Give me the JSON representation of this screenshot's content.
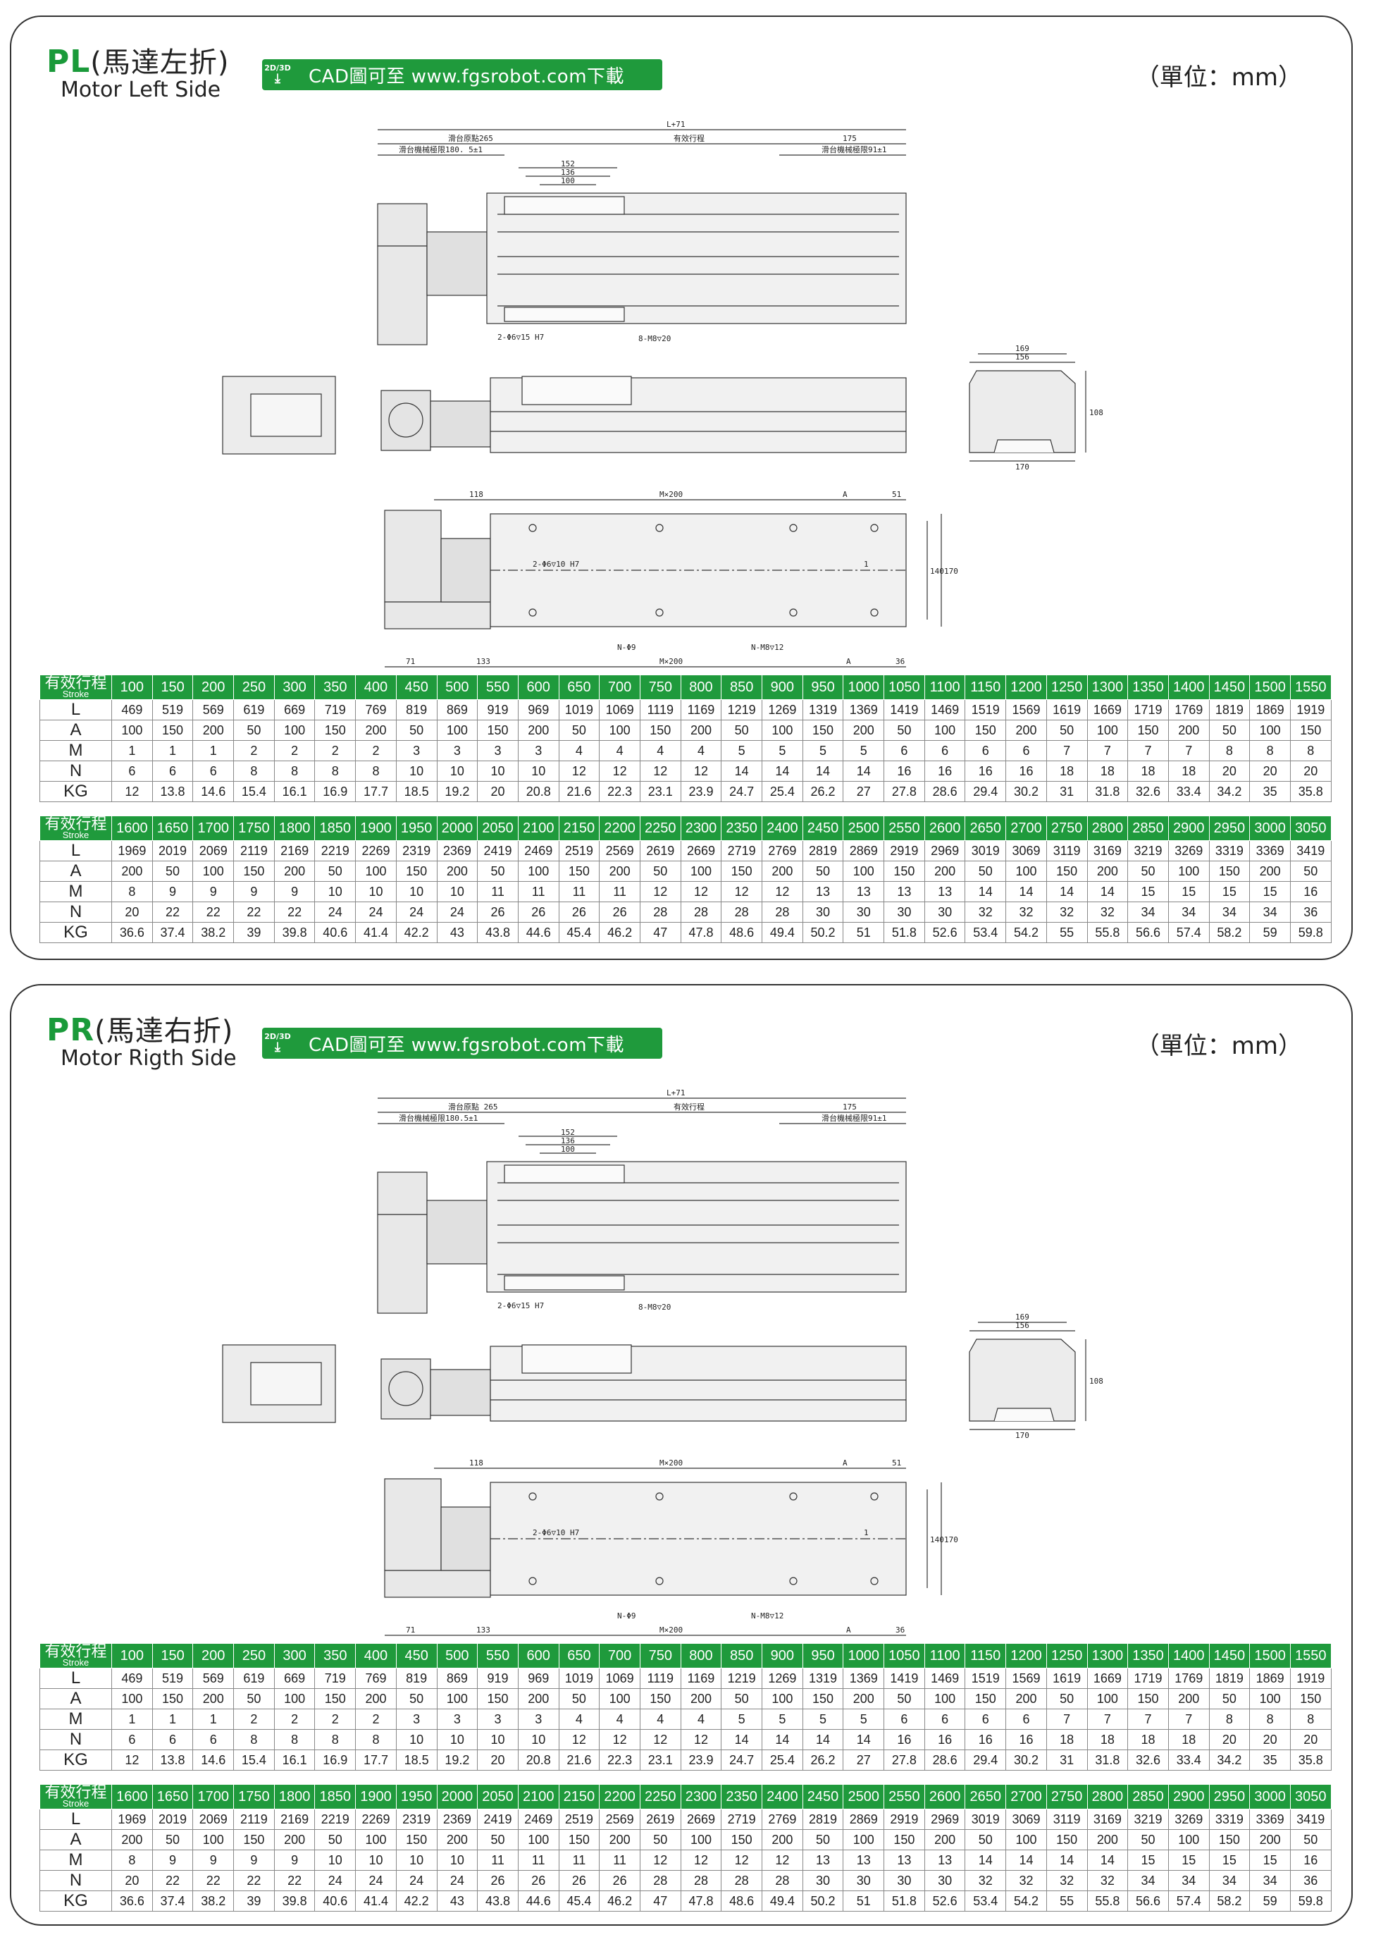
{
  "sections": [
    {
      "code": "PL",
      "title_cn": "(馬達左折)",
      "subtitle": "Motor Left Side",
      "cad_badge": "2D/3D",
      "cad_text": "CAD圖可至 www.fgsrobot.com下載",
      "unit": "（單位：mm）",
      "drawing": {
        "top_total": "L+71",
        "origin": "滑台原點265",
        "stroke": "有效行程",
        "right": "175",
        "mech_left": "滑台機械極限180. 5±1",
        "mech_right": "滑台機械極限91±1",
        "d152": "152",
        "d136": "136",
        "d100": "100",
        "hole1": "2-Φ6▽15 H7",
        "hole2": "8-M8▽20",
        "side_169": "169",
        "side_156": "156",
        "side_108": "108",
        "side_170": "170",
        "bot_118": "118",
        "bot_m200": "M×200",
        "bot_a": "A",
        "bot_51": "51",
        "bot_hole": "2-Φ6▽10 H7",
        "bot_1": "1",
        "bot_140": "140",
        "bot_170": "170",
        "bot_n9": "N-Φ9",
        "bot_nm8": "N-M8▽12",
        "bot_71": "71",
        "bot_133": "133",
        "bot_m200b": "M×200",
        "bot_ab": "A",
        "bot_36": "36"
      }
    },
    {
      "code": "PR",
      "title_cn": "(馬達右折)",
      "subtitle": "Motor Rigth Side",
      "cad_badge": "2D/3D",
      "cad_text": "CAD圖可至 www.fgsrobot.com下載",
      "unit": "（單位：mm）",
      "drawing": {
        "top_total": "L+71",
        "origin": "滑台原點 265",
        "stroke": "有效行程",
        "right": "175",
        "mech_left": "滑台機械極限180.5±1",
        "mech_right": "滑台機械極限91±1",
        "d152": "152",
        "d136": "136",
        "d100": "100",
        "hole1": "2-Φ6▽15 H7",
        "hole2": "8-M8▽20",
        "side_169": "169",
        "side_156": "156",
        "side_108": "108",
        "side_170": "170",
        "bot_118": "118",
        "bot_m200": "M×200",
        "bot_a": "A",
        "bot_51": "51",
        "bot_hole": "2-Φ6▽10 H7",
        "bot_1": "1",
        "bot_140": "140",
        "bot_170": "170",
        "bot_n9": "N-Φ9",
        "bot_nm8": "N-M8▽12",
        "bot_71": "71",
        "bot_133": "133",
        "bot_m200b": "M×200",
        "bot_ab": "A",
        "bot_36": "36"
      }
    }
  ],
  "table": {
    "stroke_label": "有效行程",
    "stroke_sub": "Stroke",
    "row_labels": [
      "L",
      "A",
      "M",
      "N",
      "KG"
    ],
    "part1": {
      "stroke": [
        "100",
        "150",
        "200",
        "250",
        "300",
        "350",
        "400",
        "450",
        "500",
        "550",
        "600",
        "650",
        "700",
        "750",
        "800",
        "850",
        "900",
        "950",
        "1000",
        "1050",
        "1100",
        "1150",
        "1200",
        "1250",
        "1300",
        "1350",
        "1400",
        "1450",
        "1500",
        "1550"
      ],
      "L": [
        "469",
        "519",
        "569",
        "619",
        "669",
        "719",
        "769",
        "819",
        "869",
        "919",
        "969",
        "1019",
        "1069",
        "1119",
        "1169",
        "1219",
        "1269",
        "1319",
        "1369",
        "1419",
        "1469",
        "1519",
        "1569",
        "1619",
        "1669",
        "1719",
        "1769",
        "1819",
        "1869",
        "1919"
      ],
      "A": [
        "100",
        "150",
        "200",
        "50",
        "100",
        "150",
        "200",
        "50",
        "100",
        "150",
        "200",
        "50",
        "100",
        "150",
        "200",
        "50",
        "100",
        "150",
        "200",
        "50",
        "100",
        "150",
        "200",
        "50",
        "100",
        "150",
        "200",
        "50",
        "100",
        "150"
      ],
      "M": [
        "1",
        "1",
        "1",
        "2",
        "2",
        "2",
        "2",
        "3",
        "3",
        "3",
        "3",
        "4",
        "4",
        "4",
        "4",
        "5",
        "5",
        "5",
        "5",
        "6",
        "6",
        "6",
        "6",
        "7",
        "7",
        "7",
        "7",
        "8",
        "8",
        "8"
      ],
      "N": [
        "6",
        "6",
        "6",
        "8",
        "8",
        "8",
        "8",
        "10",
        "10",
        "10",
        "10",
        "12",
        "12",
        "12",
        "12",
        "14",
        "14",
        "14",
        "14",
        "16",
        "16",
        "16",
        "16",
        "18",
        "18",
        "18",
        "18",
        "20",
        "20",
        "20"
      ],
      "KG": [
        "12",
        "13.8",
        "14.6",
        "15.4",
        "16.1",
        "16.9",
        "17.7",
        "18.5",
        "19.2",
        "20",
        "20.8",
        "21.6",
        "22.3",
        "23.1",
        "23.9",
        "24.7",
        "25.4",
        "26.2",
        "27",
        "27.8",
        "28.6",
        "29.4",
        "30.2",
        "31",
        "31.8",
        "32.6",
        "33.4",
        "34.2",
        "35",
        "35.8"
      ]
    },
    "part2": {
      "stroke": [
        "1600",
        "1650",
        "1700",
        "1750",
        "1800",
        "1850",
        "1900",
        "1950",
        "2000",
        "2050",
        "2100",
        "2150",
        "2200",
        "2250",
        "2300",
        "2350",
        "2400",
        "2450",
        "2500",
        "2550",
        "2600",
        "2650",
        "2700",
        "2750",
        "2800",
        "2850",
        "2900",
        "2950",
        "3000",
        "3050"
      ],
      "L": [
        "1969",
        "2019",
        "2069",
        "2119",
        "2169",
        "2219",
        "2269",
        "2319",
        "2369",
        "2419",
        "2469",
        "2519",
        "2569",
        "2619",
        "2669",
        "2719",
        "2769",
        "2819",
        "2869",
        "2919",
        "2969",
        "3019",
        "3069",
        "3119",
        "3169",
        "3219",
        "3269",
        "3319",
        "3369",
        "3419"
      ],
      "A": [
        "200",
        "50",
        "100",
        "150",
        "200",
        "50",
        "100",
        "150",
        "200",
        "50",
        "100",
        "150",
        "200",
        "50",
        "100",
        "150",
        "200",
        "50",
        "100",
        "150",
        "200",
        "50",
        "100",
        "150",
        "200",
        "50",
        "100",
        "150",
        "200",
        "50"
      ],
      "M": [
        "8",
        "9",
        "9",
        "9",
        "9",
        "10",
        "10",
        "10",
        "10",
        "11",
        "11",
        "11",
        "11",
        "12",
        "12",
        "12",
        "12",
        "13",
        "13",
        "13",
        "13",
        "14",
        "14",
        "14",
        "14",
        "15",
        "15",
        "15",
        "15",
        "16"
      ],
      "N": [
        "20",
        "22",
        "22",
        "22",
        "22",
        "24",
        "24",
        "24",
        "24",
        "26",
        "26",
        "26",
        "26",
        "28",
        "28",
        "28",
        "28",
        "30",
        "30",
        "30",
        "30",
        "32",
        "32",
        "32",
        "32",
        "34",
        "34",
        "34",
        "34",
        "36"
      ],
      "KG": [
        "36.6",
        "37.4",
        "38.2",
        "39",
        "39.8",
        "40.6",
        "41.4",
        "42.2",
        "43",
        "43.8",
        "44.6",
        "45.4",
        "46.2",
        "47",
        "47.8",
        "48.6",
        "49.4",
        "50.2",
        "51",
        "51.8",
        "52.6",
        "53.4",
        "54.2",
        "55",
        "55.8",
        "56.6",
        "57.4",
        "58.2",
        "59",
        "59.8"
      ]
    }
  }
}
